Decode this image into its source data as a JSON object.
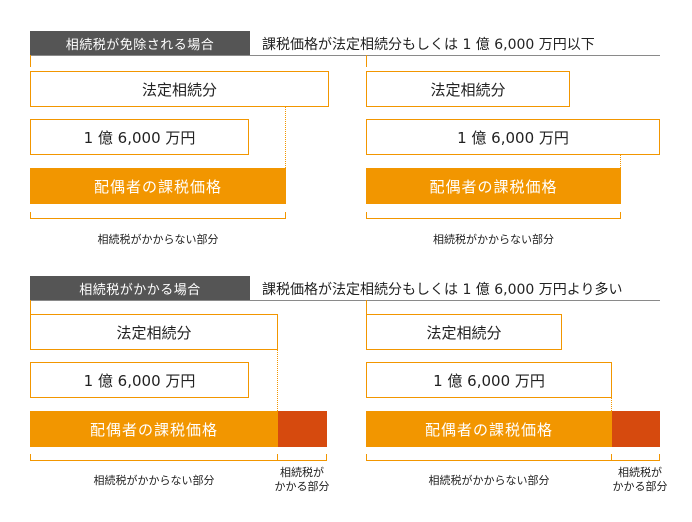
{
  "section_exempt": {
    "tag": "相続税が免除される場合",
    "headline": "課税価格が法定相続分もしくは 1 億 6,000 万円以下"
  },
  "section_taxed": {
    "tag": "相続税がかかる場合",
    "headline": "課税価格が法定相続分もしくは 1 億 6,000 万円より多い"
  },
  "labels": {
    "statutory_share": "法定相続分",
    "threshold_amount": "1 億 6,000 万円",
    "spouse_taxable_value": "配偶者の課税価格",
    "not_taxed_portion": "相続税がかからない部分",
    "taxed_portion_line1": "相続税が",
    "taxed_portion_line2": "かかる部分"
  },
  "colors": {
    "accent_orange": "#f29600",
    "taxed_red": "#d64a0e",
    "tag_gray": "#555555"
  }
}
